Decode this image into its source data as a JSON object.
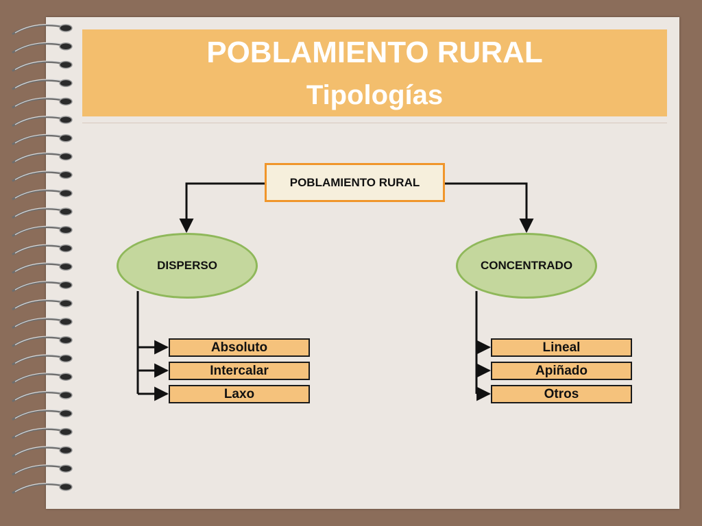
{
  "header": {
    "title": "POBLAMIENTO RURAL",
    "subtitle": "Tipologías"
  },
  "diagram": {
    "root": "POBLAMIENTO RURAL",
    "branches": [
      {
        "label": "DISPERSO",
        "items": [
          "Absoluto",
          "Intercalar",
          "Laxo"
        ]
      },
      {
        "label": "CONCENTRADO",
        "items": [
          "Lineal",
          "Apiñado",
          "Otros"
        ]
      }
    ]
  },
  "colors": {
    "header_band": "#f3be6d",
    "root_border": "#f0962b",
    "root_fill": "#f6efdc",
    "ellipse_fill": "#c4d79d",
    "ellipse_border": "#8fb85a",
    "leaf_fill": "#f5c27c"
  }
}
